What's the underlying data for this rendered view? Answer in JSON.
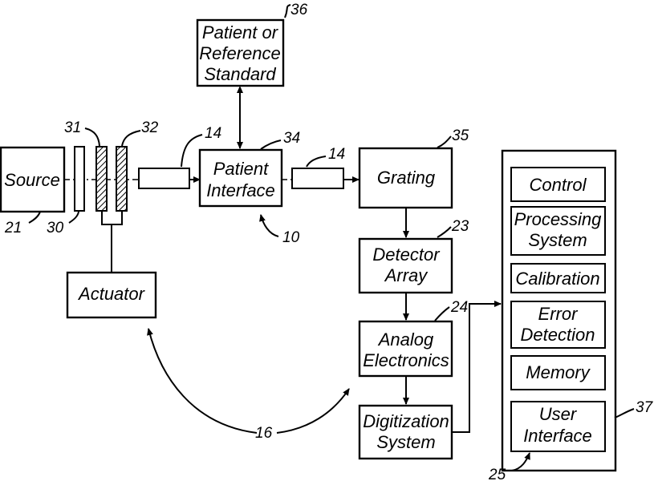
{
  "boxes": {
    "source": "Source",
    "patient_ref": [
      "Patient or",
      "Reference",
      "Standard"
    ],
    "patient_interface": [
      "Patient",
      "Interface"
    ],
    "grating": "Grating",
    "detector_array": [
      "Detector",
      "Array"
    ],
    "analog_electronics": [
      "Analog",
      "Electronics"
    ],
    "digitization_system": [
      "Digitization",
      "System"
    ],
    "actuator": "Actuator"
  },
  "system_blocks": {
    "control": "Control",
    "processing": [
      "Processing",
      "System"
    ],
    "calibration": "Calibration",
    "error_detection": [
      "Error",
      "Detection"
    ],
    "memory": "Memory",
    "user_interface": [
      "User",
      "Interface"
    ]
  },
  "refs": {
    "r36": "36",
    "r31": "31",
    "r32": "32",
    "r14a": "14",
    "r34": "34",
    "r14b": "14",
    "r35": "35",
    "r21": "21",
    "r30": "30",
    "r10": "10",
    "r23": "23",
    "r24": "24",
    "r16": "16",
    "r37": "37",
    "r25": "25"
  }
}
